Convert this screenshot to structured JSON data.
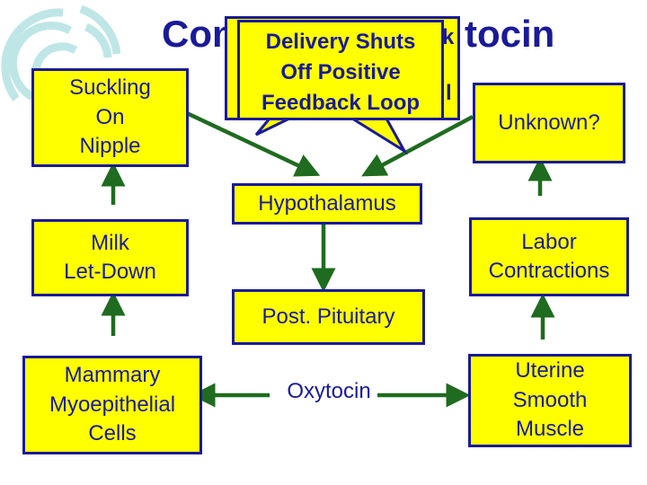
{
  "title": {
    "left": "Con",
    "right": "tocin",
    "callout_peek_top": "k",
    "callout_peek_mid": "l"
  },
  "callout": {
    "text": "Delivery Shuts\nOff Positive\nFeedback Loop"
  },
  "nodes": {
    "suckling": "Suckling\nOn\nNipple",
    "unknown": "Unknown?",
    "hypothalamus": "Hypothalamus",
    "milk_letdown": "Milk\nLet-Down",
    "labor": "Labor\nContractions",
    "post_pituitary": "Post. Pituitary",
    "mammary": "Mammary\nMyoepithelial\nCells",
    "oxytocin": "Oxytocin",
    "uterine": "Uterine\nSmooth\nMuscle"
  },
  "colors": {
    "box_fill": "#ffff00",
    "border": "#1a1a99",
    "arrow": "#1f6b1f",
    "title": "#1a1a99"
  }
}
